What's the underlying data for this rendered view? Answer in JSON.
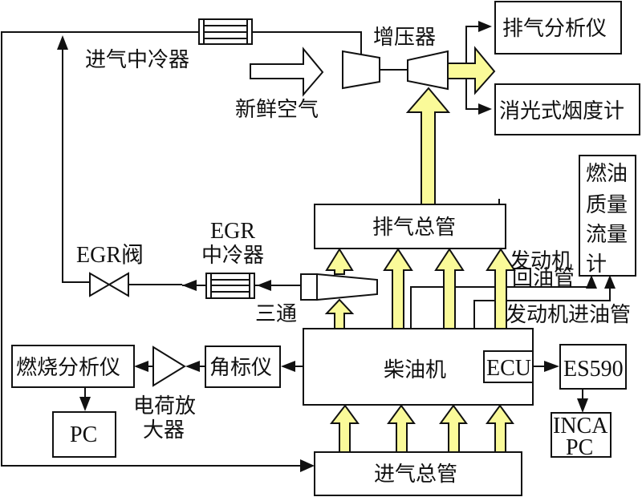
{
  "diagram": {
    "colors": {
      "line": "#111111",
      "exhaust_arrow_fill": "#fafa99",
      "background": "#ffffff"
    },
    "labels": {
      "intake_intercooler": "进气中冷器",
      "fresh_air": "新鲜空气",
      "turbocharger": "增压器",
      "exhaust_analyzer": "排气分析仪",
      "opacity_smoke_meter": "消光式烟度计",
      "fuel_flow_meter_lines": [
        "燃油",
        "质量",
        "流量",
        "计"
      ],
      "exhaust_manifold": "排气总管",
      "engine_return_line": [
        "发动机",
        "回油管"
      ],
      "engine_supply_line": "发动机进油管",
      "egr_cooler": [
        "EGR",
        "中冷器"
      ],
      "egr_valve": "EGR阀",
      "three_way": "三通",
      "combustion_analyzer": "燃烧分析仪",
      "charge_amplifier": [
        "电荷放",
        "大器"
      ],
      "angle_marker": "角标仪",
      "diesel_engine": "柴油机",
      "ecu": "ECU",
      "es590": "ES590",
      "inca_pc": [
        "INCA",
        "PC"
      ],
      "pc": "PC",
      "intake_manifold": "进气总管"
    },
    "connections": [
      {
        "from": "exhaust_manifold",
        "to": "turbocharger",
        "kind": "exhaust"
      },
      {
        "from": "turbocharger",
        "to": "exhaust_analyzer",
        "kind": "signal"
      },
      {
        "from": "turbocharger",
        "to": "opacity_smoke_meter",
        "kind": "signal"
      },
      {
        "from": "fresh_air",
        "to": "turbocharger",
        "kind": "air"
      },
      {
        "from": "turbocharger",
        "to": "intake_intercooler",
        "kind": "air"
      },
      {
        "from": "intake_intercooler",
        "to": "intake_manifold",
        "kind": "air"
      },
      {
        "from": "intake_manifold",
        "to": "diesel_engine",
        "kind": "air"
      },
      {
        "from": "diesel_engine",
        "to": "exhaust_manifold",
        "kind": "exhaust"
      },
      {
        "from": "three_way",
        "to": "egr_cooler",
        "kind": "egr"
      },
      {
        "from": "egr_cooler",
        "to": "egr_valve",
        "kind": "egr"
      },
      {
        "from": "egr_valve",
        "to": "intake_intercooler",
        "kind": "egr"
      },
      {
        "from": "diesel_engine",
        "to": "angle_marker",
        "kind": "signal"
      },
      {
        "from": "angle_marker",
        "to": "charge_amplifier",
        "kind": "signal"
      },
      {
        "from": "charge_amplifier",
        "to": "combustion_analyzer",
        "kind": "signal"
      },
      {
        "from": "combustion_analyzer",
        "to": "pc",
        "kind": "signal"
      },
      {
        "from": "ecu",
        "to": "es590",
        "kind": "signal"
      },
      {
        "from": "es590",
        "to": "inca_pc",
        "kind": "signal"
      },
      {
        "from": "engine_return_line",
        "to": "fuel_flow_meter",
        "kind": "fuel"
      },
      {
        "from": "engine_supply_line",
        "to": "fuel_flow_meter",
        "kind": "fuel"
      }
    ]
  }
}
